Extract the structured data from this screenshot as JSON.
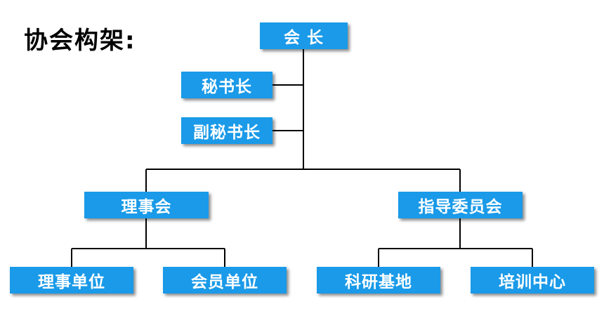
{
  "title": "协会构架:",
  "colors": {
    "box_fill": "#1a9ae8",
    "box_text": "#ffffff",
    "connector": "#000000"
  },
  "nodes": {
    "president": "会 长",
    "secretary_general": "秘书长",
    "deputy_secretary_general": "副秘书长",
    "council": "理事会",
    "guidance_committee": "指导委员会",
    "council_units": "理事单位",
    "member_units": "会员单位",
    "research_base": "科研基地",
    "training_center": "培训中心"
  }
}
